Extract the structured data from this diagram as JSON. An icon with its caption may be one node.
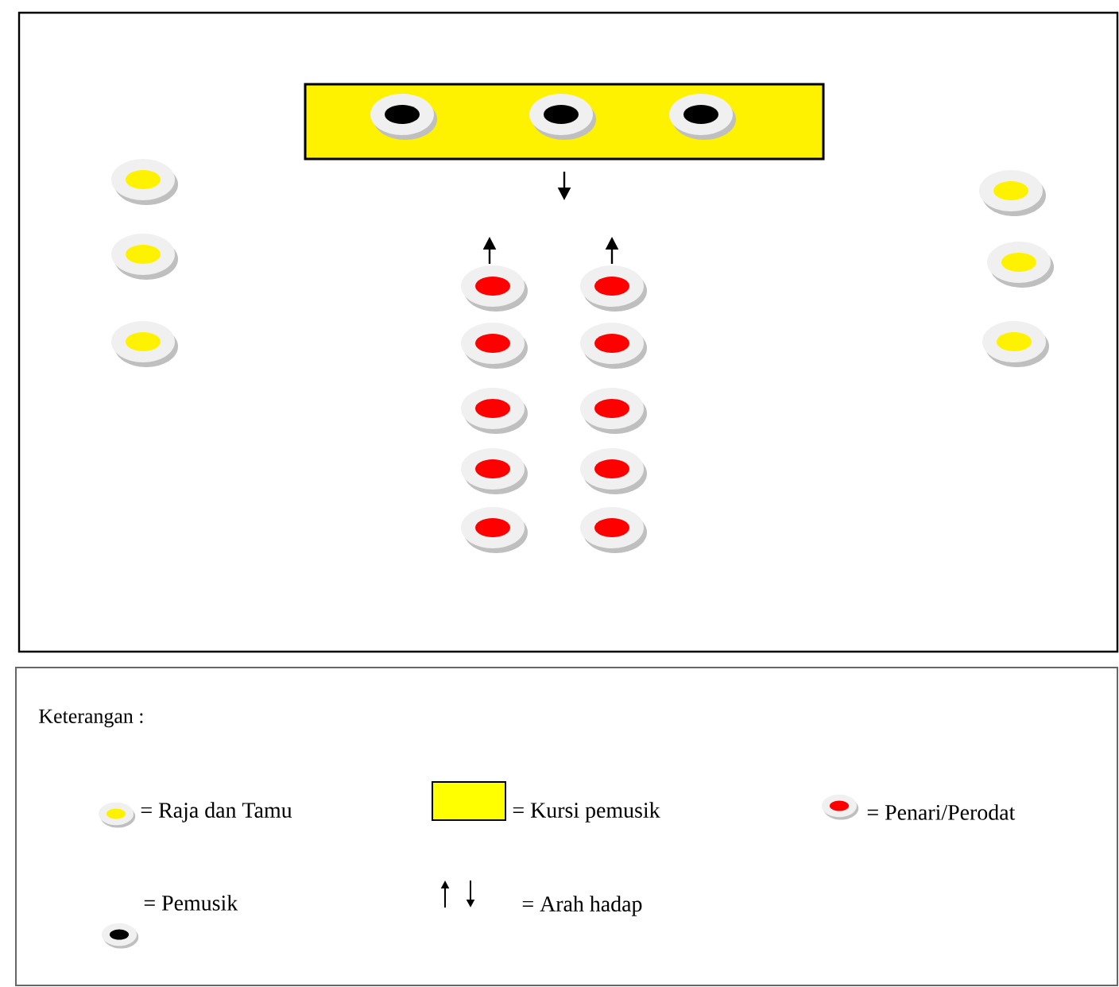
{
  "diagram": {
    "labels": [
      "Keterangan :"
    ],
    "legend": [
      {
        "text": "= Raja dan Tamu"
      },
      {
        "text": "= Kursi pemusik",
        "color": "#ffff00"
      },
      {
        "text": "= Penari/Perodat"
      },
      {
        "text": "= Pemusik"
      },
      {
        "text": "= Arah hadap"
      }
    ]
  }
}
